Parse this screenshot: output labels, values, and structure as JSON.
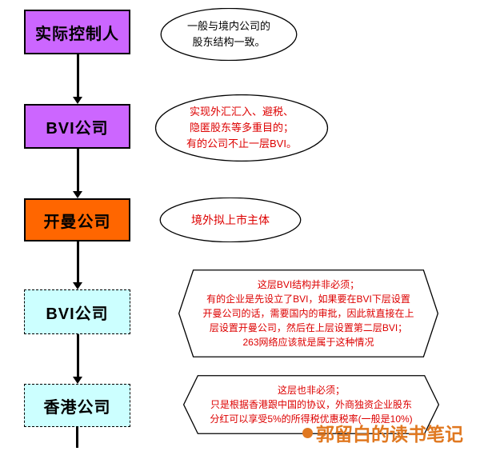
{
  "colors": {
    "purple_box": "#cc66ff",
    "orange_box": "#ff6600",
    "cyan_box": "#ccffff",
    "box_border": "#000000",
    "red_text": "#dd0000",
    "black_text": "#000000",
    "watermark_orange": "#e07820"
  },
  "flowchart": {
    "nodes": [
      {
        "id": "actual-controller",
        "label": "实际控制人",
        "style": "purple-solid"
      },
      {
        "id": "bvi-company-1",
        "label": "BVI公司",
        "style": "purple-solid"
      },
      {
        "id": "cayman-company",
        "label": "开曼公司",
        "style": "orange-solid"
      },
      {
        "id": "bvi-company-2",
        "label": "BVI公司",
        "style": "cyan-dashed"
      },
      {
        "id": "hongkong-company",
        "label": "香港公司",
        "style": "cyan-dashed"
      }
    ],
    "annotations": [
      {
        "shape": "ellipse",
        "text_color": "black",
        "lines": [
          "一般与境内公司的",
          "股东结构一致。"
        ]
      },
      {
        "shape": "ellipse",
        "text_color": "red",
        "lines": [
          "实现外汇汇入、避税、",
          "隐匿股东等多重目的；",
          "有的公司不止一层BVI。"
        ]
      },
      {
        "shape": "ellipse",
        "text_color": "red",
        "lines": [
          "境外拟上市主体"
        ]
      },
      {
        "shape": "hexagon",
        "text_color": "red",
        "lines": [
          "这层BVI结构并非必须；",
          "有的企业是先设立了BVI，如果要在BVI下层设置",
          "开曼公司的话，需要国内的审批，因此就直接在上",
          "层设置开曼公司，然后在上层设置第二层BVI；",
          "263网络应该就是属于这种情况"
        ]
      },
      {
        "shape": "hexagon",
        "text_color": "red",
        "lines": [
          "这层也非必须；",
          "只是根据香港跟中国的协议，外商独资企业股东",
          "分红可以享受5%的所得税优惠税率(一般是10%)"
        ]
      }
    ]
  },
  "watermark": {
    "text": "郭留白的读书笔记"
  }
}
